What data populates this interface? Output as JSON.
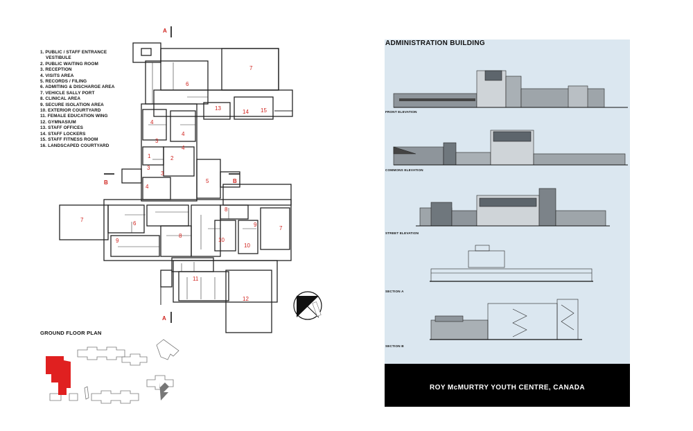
{
  "legend": [
    {
      "num": "1.",
      "text": "PUBLIC / STAFF ENTRANCE",
      "cont": "VESTIBULE"
    },
    {
      "num": "2.",
      "text": "PUBLIC WAITING ROOM"
    },
    {
      "num": "3.",
      "text": "RECEPTION"
    },
    {
      "num": "4.",
      "text": "VISITS AREA"
    },
    {
      "num": "5.",
      "text": "RECORDS / FILING"
    },
    {
      "num": "6.",
      "text": "ADMITING & DISCHARGE AREA"
    },
    {
      "num": "7.",
      "text": "VEHICLE SALLY PORT"
    },
    {
      "num": "8.",
      "text": "CLINICAL AREA"
    },
    {
      "num": "9.",
      "text": "SECURE ISOLATION AREA"
    },
    {
      "num": "10.",
      "text": "EXTERIOR COURTYARD"
    },
    {
      "num": "11.",
      "text": "FEMALE EDUCATION WING"
    },
    {
      "num": "12.",
      "text": "GYMNASIUM"
    },
    {
      "num": "13.",
      "text": "STAFF OFFICES"
    },
    {
      "num": "14.",
      "text": "STAFF LOCKERS"
    },
    {
      "num": "15.",
      "text": "STAFF FITNESS ROOM"
    },
    {
      "num": "16.",
      "text": "LANDSCAPED COURTYARD"
    }
  ],
  "plan_title": "GROUND FLOOR PLAN",
  "section_markers": {
    "a": "A",
    "b": "B"
  },
  "room_labels": {
    "r1": "1",
    "r2": "2",
    "r3": "3",
    "r4": "4",
    "r5": "5",
    "r6": "6",
    "r7": "7",
    "r8": "8",
    "r9": "9",
    "r10": "10",
    "r11": "11",
    "r12": "12",
    "r13": "13",
    "r14": "14",
    "r15": "15"
  },
  "right": {
    "title": "ADMINISTRATION BUILDING",
    "front_elevation": "FRONT ELEVATION",
    "commons_elevation": "COMMONS ELEVATION",
    "street_elevation": "STREET ELEVATION",
    "section_a": "SECTION A",
    "section_b": "SECTION B",
    "footer": "ROY McMURTRY YOUTH CENTRE, CANADA"
  },
  "colors": {
    "accent_red": "#d0231e",
    "panel_blue": "#dbe7f0",
    "footer_black": "#000000"
  }
}
